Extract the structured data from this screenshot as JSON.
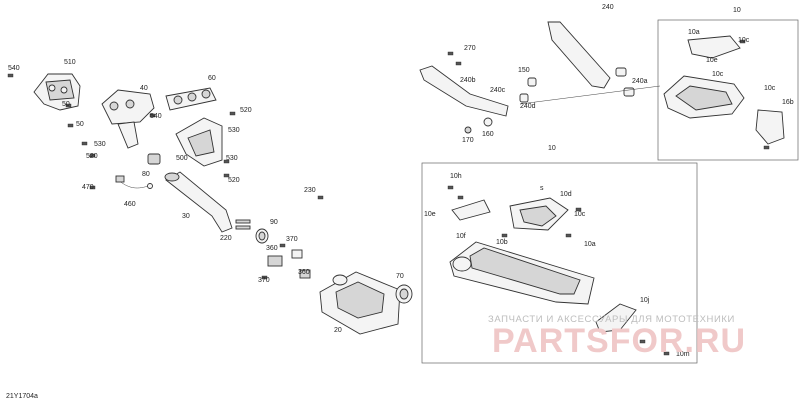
{
  "diagram_code": "21Y1704a",
  "watermark": {
    "line": "ЗАПЧАСТИ И АКСЕССУАРЫ ДЛЯ МОТОТЕХНИКИ",
    "brand": "PARTSFOR.RU"
  },
  "labels": {
    "l540a": "540",
    "l510": "510",
    "l40": "40",
    "l50a": "50",
    "l50b": "50",
    "l540b": "540",
    "l530a": "530",
    "l520a": "520",
    "l60": "60",
    "l520b": "520",
    "l530b": "530",
    "l500": "500",
    "l80": "80",
    "l530c": "530",
    "l520c": "520",
    "l470": "470",
    "l460": "460",
    "l30": "30",
    "l230": "230",
    "l220": "220",
    "l90": "90",
    "l370a": "370",
    "l360a": "360",
    "l360b": "360",
    "l370b": "370",
    "l20": "20",
    "l70": "70",
    "l240": "240",
    "l270": "270",
    "l240b": "240b",
    "l150": "150",
    "l240c": "240c",
    "l240a": "240a",
    "l240d": "240d",
    "l160": "160",
    "l170": "170",
    "l10top": "10",
    "l10a": "10a",
    "l10c_1": "10c",
    "l10e": "10e",
    "l10c_2": "10c",
    "l16b": "16b",
    "l10c_3": "10c",
    "l10mid": "10",
    "l10h": "10h",
    "l10d": "10d",
    "l10c_4": "10c",
    "l10e_2": "10e",
    "l10b": "10b",
    "l10f": "10f",
    "l10a_2": "10a",
    "l10j": "10j",
    "l10m": "10m",
    "ls": "s"
  },
  "icons": [
    "bolt-icon",
    "nut-icon",
    "clamp-icon",
    "sensor-icon",
    "gasket-icon"
  ]
}
